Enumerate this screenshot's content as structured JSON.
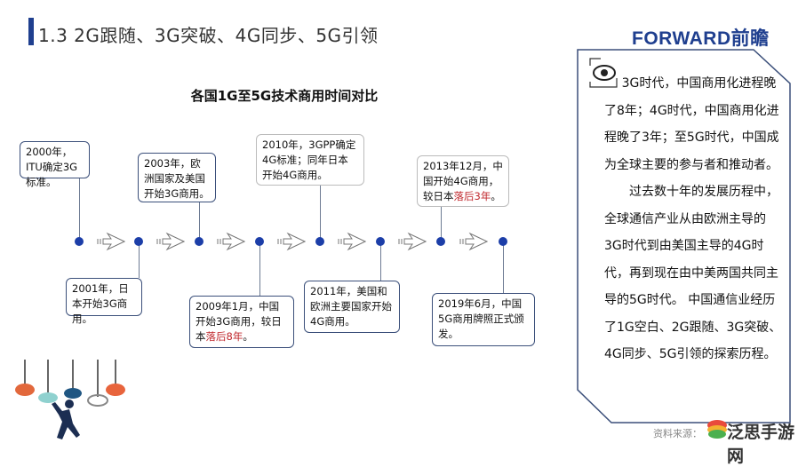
{
  "header": {
    "title": "1.3 2G跟随、3G突破、4G同步、5G引领",
    "logo": "FORWARD前瞻"
  },
  "chart_title": "各国1G至5G技术商用时间对比",
  "timeline": [
    {
      "text": "2000年，ITU确定3G标准。",
      "pos": "top"
    },
    {
      "text": "2001年，日本开始3G商用。",
      "pos": "bottom"
    },
    {
      "text": "2003年，欧洲国家及美国开始3G商用。",
      "pos": "top"
    },
    {
      "text": "2009年1月，中国开始3G商用，较日本",
      "highlight": "落后8年",
      "suffix": "。",
      "pos": "bottom"
    },
    {
      "text": "2010年，3GPP确定4G标准；同年日本开始4G商用。",
      "pos": "top"
    },
    {
      "text": "2011年，美国和欧洲主要国家开始4G商用。",
      "pos": "bottom"
    },
    {
      "text": "2013年12月，中国开始4G商用，较日本",
      "highlight": "落后3年",
      "suffix": "。",
      "pos": "top"
    },
    {
      "text": "2019年6月，中国5G商用牌照正式颁发。",
      "pos": "bottom"
    }
  ],
  "highlight_color": "#c0282d",
  "panel": {
    "icon": "eye-icon",
    "para1": "3G时代，中国商用化进程晚了8年；4G时代，中国商用化进程晚了3年；至5G时代，中国成为全球主要的参与者和推动者。",
    "para2": "过去数十年的发展历程中，全球通信产业从由欧洲主导的3G时代到由美国主导的4G时代，再到现在由中美两国共同主导的5G时代。 中国通信业经历了1G空白、2G跟随、3G突破、4G同步、5G引领的探索历程。"
  },
  "source_label": "资料来源：",
  "watermark_site": "泛思手游网"
}
